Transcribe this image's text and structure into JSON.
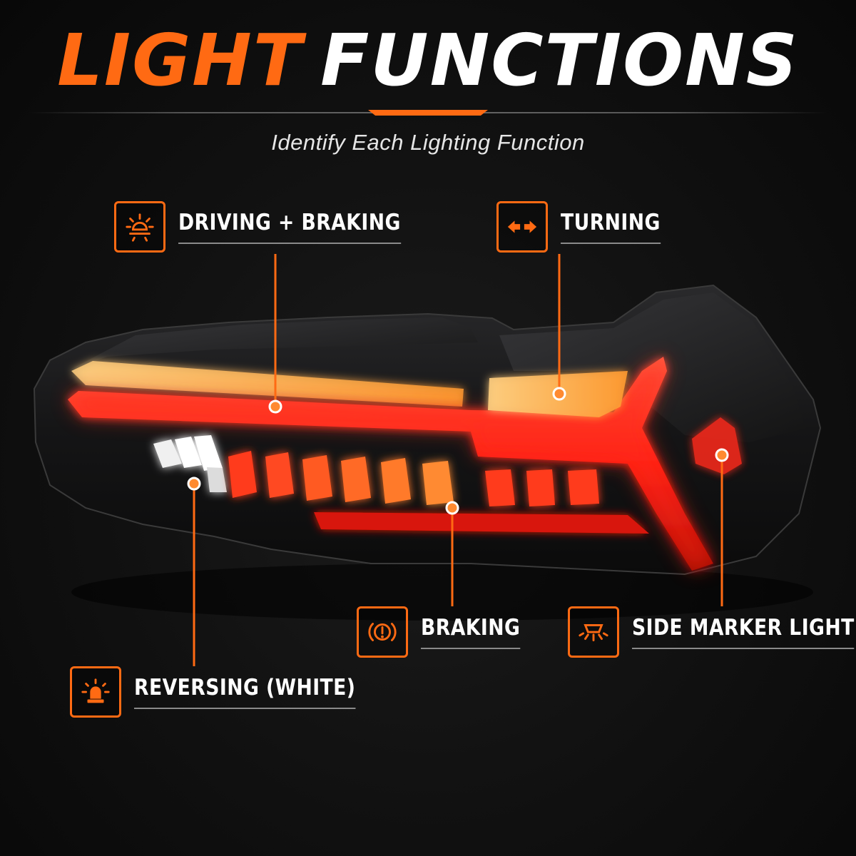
{
  "header": {
    "title_accent": "LIGHT",
    "title_main": "FUNCTIONS",
    "subtitle": "Identify Each Lighting Function"
  },
  "colors": {
    "accent": "#ff6a13",
    "lamp_red": "#ff2a1a",
    "lamp_amber": "#ffb24a",
    "lamp_white": "#ffffff"
  },
  "callouts": {
    "driving_braking": {
      "label": "DRIVING + BRAKING",
      "icon": "sun-brightness-icon"
    },
    "turning": {
      "label": "TURNING",
      "icon": "double-arrow-icon"
    },
    "braking": {
      "label": "BRAKING",
      "icon": "brake-warning-icon"
    },
    "side_marker": {
      "label": "SIDE MARKER LIGHT",
      "icon": "side-marker-lamp-icon"
    },
    "reversing": {
      "label": "REVERSING (WHITE)",
      "icon": "beacon-light-icon"
    }
  }
}
